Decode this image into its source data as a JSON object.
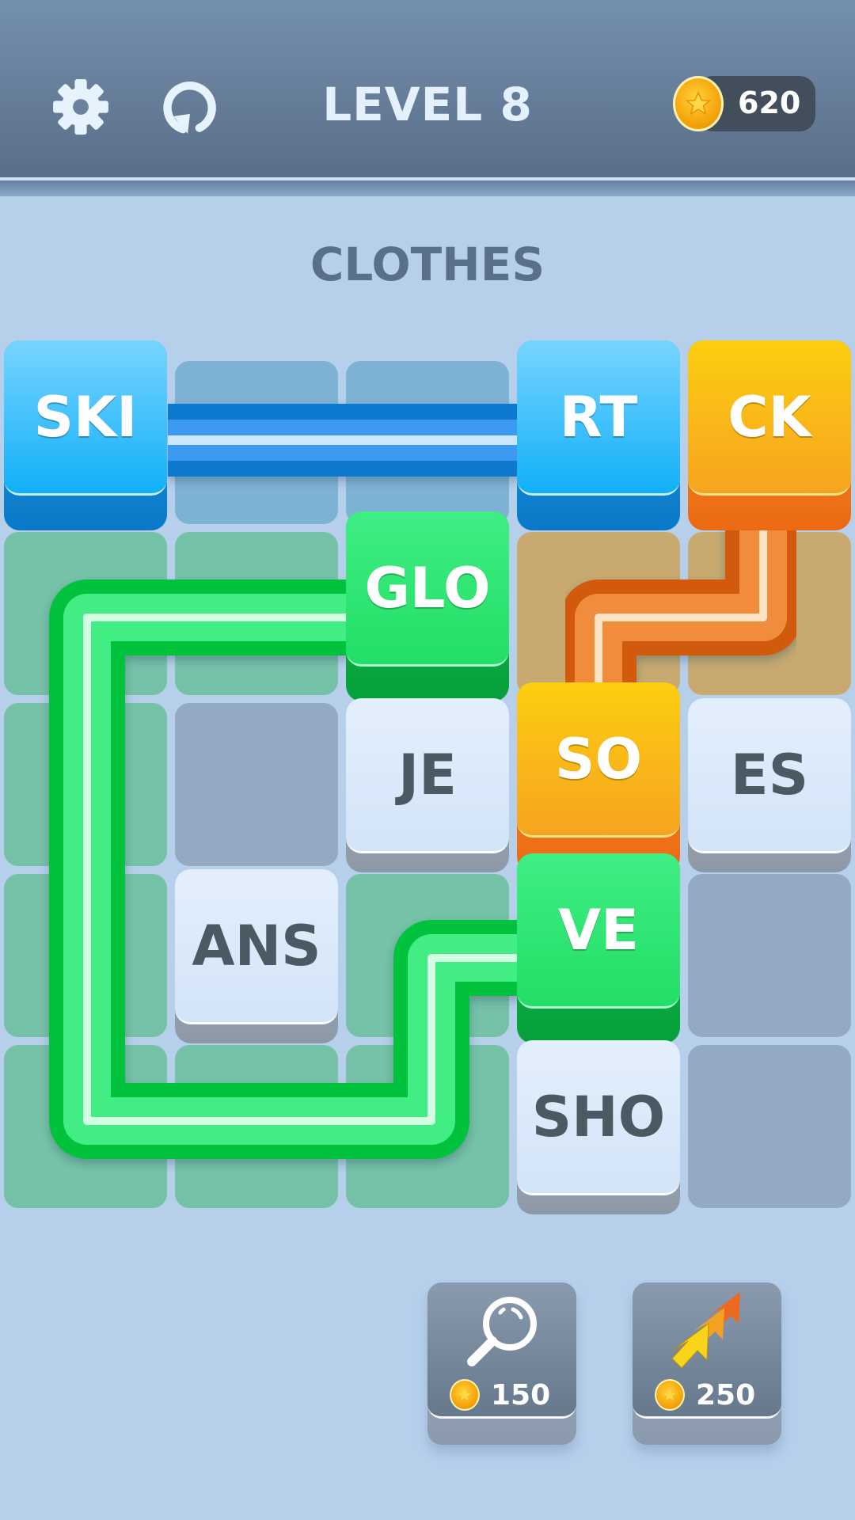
{
  "header": {
    "level_label": "LEVEL 8",
    "coin_balance": "620",
    "settings_icon": "gear-icon",
    "restart_icon": "restart-icon",
    "coin_icon": "star-coin-icon"
  },
  "puzzle": {
    "category": "CLOTHES",
    "grid": {
      "columns": 5,
      "rows": 5
    },
    "tiles": [
      {
        "text": "SKI",
        "row": 0,
        "col": 0,
        "color": "blue"
      },
      {
        "text": "RT",
        "row": 0,
        "col": 3,
        "color": "blue"
      },
      {
        "text": "CK",
        "row": 0,
        "col": 4,
        "color": "orange"
      },
      {
        "text": "GLO",
        "row": 1,
        "col": 2,
        "color": "green"
      },
      {
        "text": "JE",
        "row": 2,
        "col": 2,
        "color": "white"
      },
      {
        "text": "SO",
        "row": 2,
        "col": 3,
        "color": "orange"
      },
      {
        "text": "ES",
        "row": 2,
        "col": 4,
        "color": "white"
      },
      {
        "text": "ANS",
        "row": 3,
        "col": 1,
        "color": "white"
      },
      {
        "text": "VE",
        "row": 3,
        "col": 3,
        "color": "green"
      },
      {
        "text": "SHO",
        "row": 4,
        "col": 3,
        "color": "white"
      }
    ],
    "connections": [
      {
        "from": "SKI",
        "to": "RT",
        "word": "SKIRT",
        "color": "#1a8ee6"
      },
      {
        "from": "SO",
        "to": "CK",
        "word": "SOCK",
        "color": "#ee7a22"
      },
      {
        "from": "GLO",
        "to": "VE",
        "word": "GLOVE",
        "color": "#22dd5e"
      }
    ]
  },
  "boosters": [
    {
      "name": "hint",
      "icon": "magnifier-icon",
      "price": "150"
    },
    {
      "name": "boost",
      "icon": "arrows-icon",
      "price": "250"
    }
  ],
  "colors": {
    "background": "#b6d0ec",
    "header": "#6a84a2",
    "blue_tile": "#12b0f8",
    "orange_tile": "#f6a420",
    "green_tile": "#22de66",
    "white_tile": "#dae8f8",
    "text_dark": "#4a5a62"
  }
}
